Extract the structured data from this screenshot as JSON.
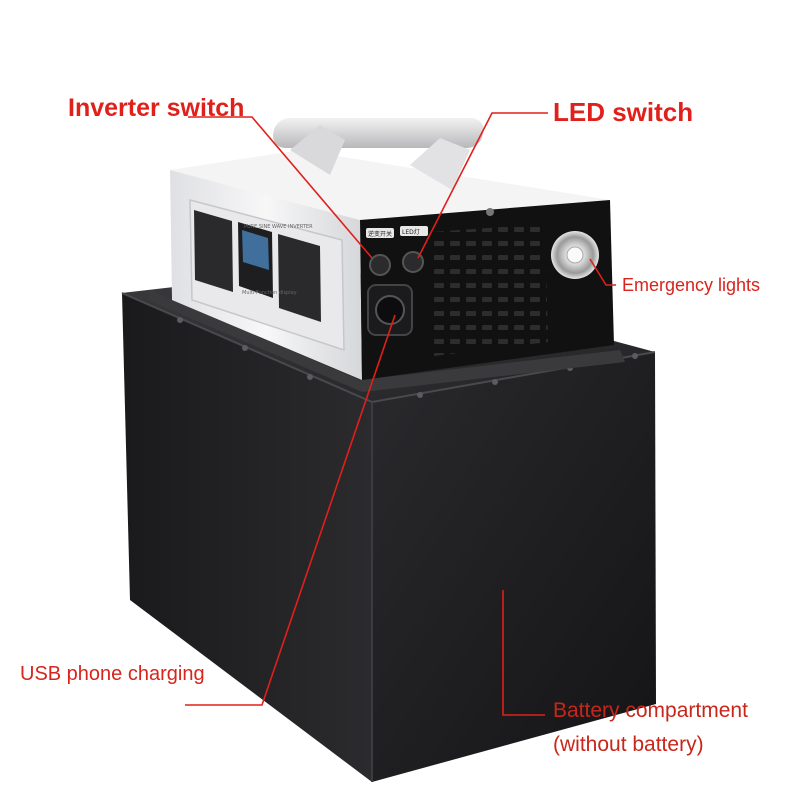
{
  "labels": {
    "inverter_switch": "Inverter switch",
    "led_switch": "LED switch",
    "emergency_lights": "Emergency lights",
    "usb_phone_charging": "USB phone charging",
    "battery_compartment": "Battery compartment",
    "battery_note": "(without battery)"
  },
  "panel_text": {
    "inverter_tag": "逆变开关",
    "led_tag": "LED灯",
    "display_brand": "PURE SINE WAVE INVERTER",
    "display_sub": "Multi-Function display"
  },
  "colors": {
    "callout_red": "#e0201a",
    "battery_body": "#1c1c1e",
    "inverter_shell": "#eeeff1",
    "panel_black": "#111111"
  }
}
